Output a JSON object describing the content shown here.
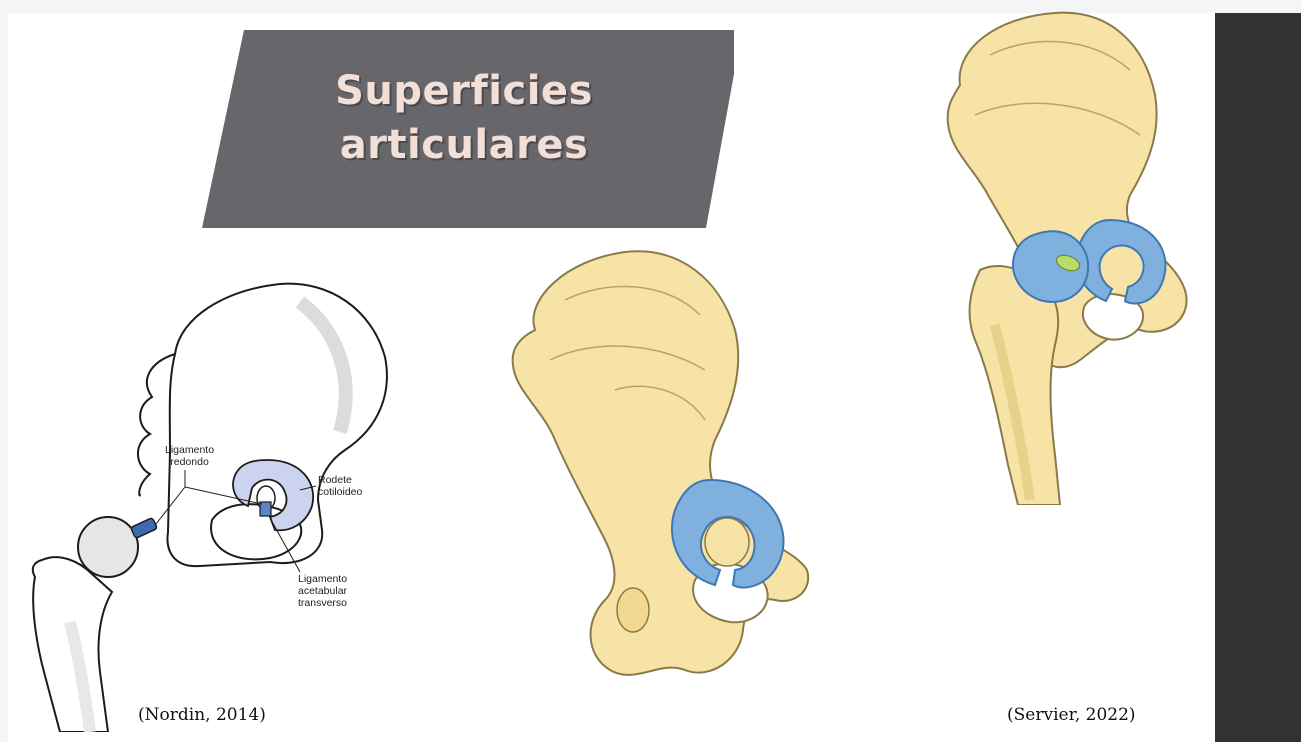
{
  "slide": {
    "title_lines": [
      "Superficies",
      "articulares"
    ],
    "colors": {
      "banner": "#67676b",
      "title_text": "#f1dfd8",
      "bone": "#f7e3a6",
      "bone_outline": "#8a7a4a",
      "cartilage": "#7fb0de",
      "cartilage_outline": "#3d78b4",
      "side_panel": "#323235"
    }
  },
  "figure_left": {
    "labels": {
      "ligamento_redondo": [
        "Ligamento",
        "redondo"
      ],
      "rodete_cotiloideo": [
        "Rodete",
        "cotiloideo"
      ],
      "ligamento_transverso": [
        "Ligamento",
        "acetabular",
        "transverso"
      ]
    },
    "caption": "(Nordin, 2014)"
  },
  "figure_middle": {
    "icon": "hip-bone-acetabulum-illustration"
  },
  "figure_right": {
    "icon": "hip-joint-with-femur-illustration",
    "caption": "(Servier, 2022)"
  }
}
